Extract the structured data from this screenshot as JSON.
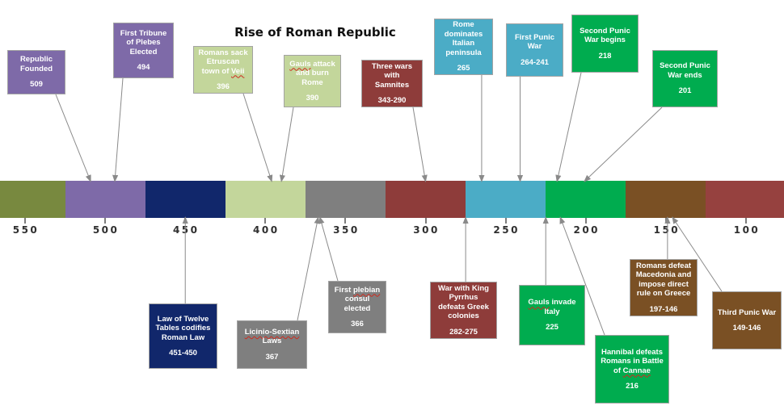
{
  "title": "Rise of Roman Republic",
  "colors": {
    "background": "#FFFFFF",
    "arrow": "#8A8A8A",
    "box_border": "#A3A3A3",
    "box_text": "#FFFFFF",
    "title_text": "#111111",
    "axis_text": "#2F2F2F",
    "squiggle": "#CE2B1E",
    "eras": {
      "olive": "#78893F",
      "purple": "#7E6AA8",
      "navy": "#11276B",
      "lightgreen": "#C3D69B",
      "gray": "#7F7F7F",
      "darkred": "#8E3C3A",
      "blue": "#4BACC6",
      "green": "#00AC4F",
      "brown": "#7A5024",
      "darkred2": "#96413F"
    }
  },
  "timeline": {
    "axis_ticks": [
      550,
      500,
      450,
      400,
      350,
      300,
      250,
      200,
      150,
      100
    ],
    "segments": [
      "olive",
      "purple",
      "navy",
      "lightgreen",
      "gray",
      "darkred",
      "blue",
      "green",
      "brown",
      "darkred2"
    ]
  },
  "events": [
    {
      "id": "republic-founded",
      "lines": [
        "Republic",
        "Founded"
      ],
      "year": "509",
      "anchor_year": 509,
      "era": "purple",
      "side": "above"
    },
    {
      "id": "first-tribune-plebes",
      "lines": [
        "First Tribune",
        "of Plebes",
        "Elected"
      ],
      "year": "494",
      "anchor_year": 494,
      "era": "purple",
      "side": "above"
    },
    {
      "id": "romans-sack-veii",
      "lines": [
        "Romans sack",
        "Etruscan",
        "town of Veii"
      ],
      "year": "396",
      "anchor_year": 396,
      "era": "lightgreen",
      "side": "above",
      "squiggles": [
        "Veii"
      ]
    },
    {
      "id": "gauls-attack-rome",
      "lines": [
        "Gauls attack",
        "and burn",
        "Rome"
      ],
      "year": "390",
      "anchor_year": 390,
      "era": "lightgreen",
      "side": "above",
      "squiggles": [
        "Gauls"
      ]
    },
    {
      "id": "samnite-wars",
      "lines": [
        "Three wars",
        "with",
        "Samnites"
      ],
      "year": "343-290",
      "anchor_year": 300,
      "era": "darkred",
      "side": "above"
    },
    {
      "id": "rome-dominates-italy",
      "lines": [
        "Rome",
        "dominates",
        "Italian",
        "peninsula"
      ],
      "year": "265",
      "anchor_year": 265,
      "era": "blue",
      "side": "above"
    },
    {
      "id": "first-punic-war",
      "lines": [
        "First Punic",
        "War"
      ],
      "year": "264-241",
      "anchor_year": 241,
      "era": "blue",
      "side": "above"
    },
    {
      "id": "second-punic-war-begins",
      "lines": [
        "Second Punic",
        "War begins"
      ],
      "year": "218",
      "anchor_year": 218,
      "era": "green",
      "side": "above"
    },
    {
      "id": "second-punic-war-ends",
      "lines": [
        "Second Punic",
        "War ends"
      ],
      "year": "201",
      "anchor_year": 201,
      "era": "green",
      "side": "above"
    },
    {
      "id": "twelve-tables",
      "lines": [
        "Law of Twelve",
        "Tables codifies",
        "Roman Law"
      ],
      "year": "451-450",
      "anchor_year": 450,
      "era": "navy",
      "side": "below"
    },
    {
      "id": "licinio-sextian-laws",
      "lines": [
        "Licinio-Sextian",
        "Laws"
      ],
      "year": "367",
      "anchor_year": 367,
      "era": "gray",
      "side": "below",
      "squiggles": [
        "Licinio-Sextian"
      ]
    },
    {
      "id": "first-plebian-consul",
      "lines": [
        "First plebian",
        "consul",
        "elected"
      ],
      "year": "366",
      "anchor_year": 366,
      "era": "gray",
      "side": "below",
      "squiggles": [
        "plebian"
      ]
    },
    {
      "id": "pyrrhus-war",
      "lines": [
        "War with King",
        "Pyrrhus",
        "defeats Greek",
        "colonies"
      ],
      "year": "282-275",
      "anchor_year": 275,
      "era": "darkred",
      "side": "below"
    },
    {
      "id": "gauls-invade-italy",
      "lines": [
        "Gauls invade",
        "Italy"
      ],
      "year": "225",
      "anchor_year": 225,
      "era": "green",
      "side": "below",
      "squiggles": [
        "Gauls"
      ]
    },
    {
      "id": "hannibal-cannae",
      "lines": [
        "Hannibal defeats",
        "Romans in Battle",
        "of Cannae"
      ],
      "year": "216",
      "anchor_year": 216,
      "era": "green",
      "side": "below",
      "squiggles": [
        "Cannae"
      ]
    },
    {
      "id": "macedonia-greece",
      "lines": [
        "Romans defeat",
        "Macedonia and",
        "impose direct",
        "rule on Greece"
      ],
      "year": "197-146",
      "anchor_year": 149,
      "era": "brown",
      "side": "below"
    },
    {
      "id": "third-punic-war",
      "lines": [
        "Third Punic War"
      ],
      "year": "149-146",
      "anchor_year": 146,
      "era": "brown",
      "side": "below"
    }
  ]
}
